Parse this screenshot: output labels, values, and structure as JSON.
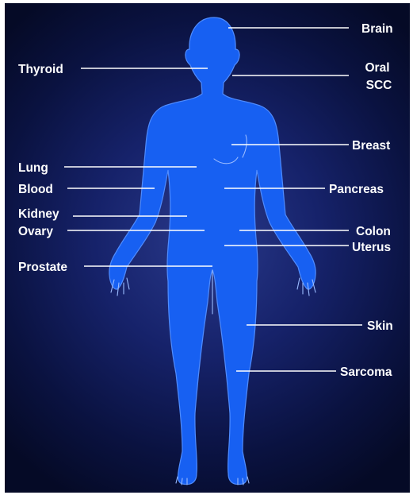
{
  "labels": {
    "brain": "Brain",
    "thyroid": "Thyroid",
    "oral_1": "Oral",
    "oral_2": "SCC",
    "breast": "Breast",
    "lung": "Lung",
    "blood": "Blood",
    "pancreas": "Pancreas",
    "kidney": "Kidney",
    "ovary": "Ovary",
    "colon": "Colon",
    "uterus": "Uterus",
    "prostate": "Prostate",
    "skin": "Skin",
    "sarcoma": "Sarcoma"
  },
  "colors": {
    "background": "#0a1240",
    "body": "#1760f2",
    "text": "#ffffff"
  }
}
